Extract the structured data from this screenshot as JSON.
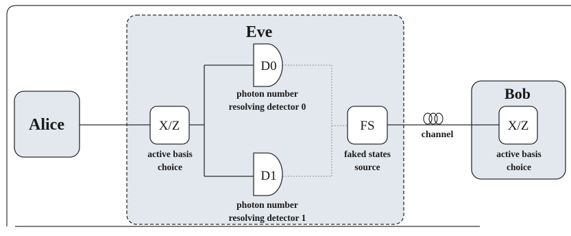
{
  "eve": {
    "title": "Eve"
  },
  "alice": {
    "label": "Alice"
  },
  "bob": {
    "title": "Bob"
  },
  "alice_side": {
    "basis_box": "X/Z",
    "basis_caption": [
      "active basis",
      "choice"
    ]
  },
  "bob_side": {
    "basis_box": "X/Z",
    "basis_caption": [
      "active basis",
      "choice"
    ]
  },
  "detector0": {
    "label": "D0",
    "caption": [
      "photon number",
      "resolving detector 0"
    ]
  },
  "detector1": {
    "label": "D1",
    "caption": [
      "photon number",
      "resolving detector 1"
    ]
  },
  "fs": {
    "label": "FS",
    "caption": [
      "faked states",
      "source"
    ]
  },
  "channel": {
    "label": "channel"
  },
  "colors": {
    "panel_fill": "#e3e8ee",
    "box_fill": "#ffffff",
    "stroke": "#2b2b2b",
    "dotted": "#8a8a8a"
  }
}
